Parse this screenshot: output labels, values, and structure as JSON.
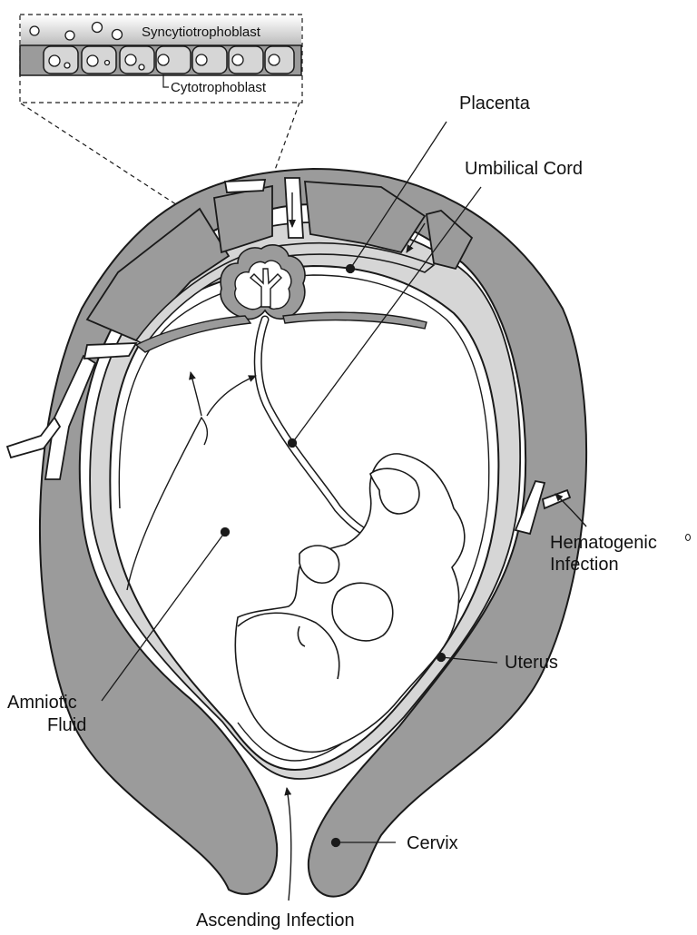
{
  "labels": {
    "syncytiotrophoblast": "Syncytiotrophoblast",
    "cytotrophoblast": "Cytotrophoblast",
    "placenta": "Placenta",
    "umbilical_cord": "Umbilical Cord",
    "hematogenic_line1": "Hematogenic",
    "hematogenic_line2": "Infection",
    "uterus": "Uterus",
    "amniotic_line1": "Amniotic",
    "amniotic_line2": "Fluid",
    "cervix": "Cervix",
    "ascending_infection": "Ascending Infection"
  },
  "colors": {
    "tissue_dark": "#9b9b9b",
    "tissue_light": "#d6d6d6",
    "stroke": "#1a1a1a",
    "background": "#ffffff"
  }
}
